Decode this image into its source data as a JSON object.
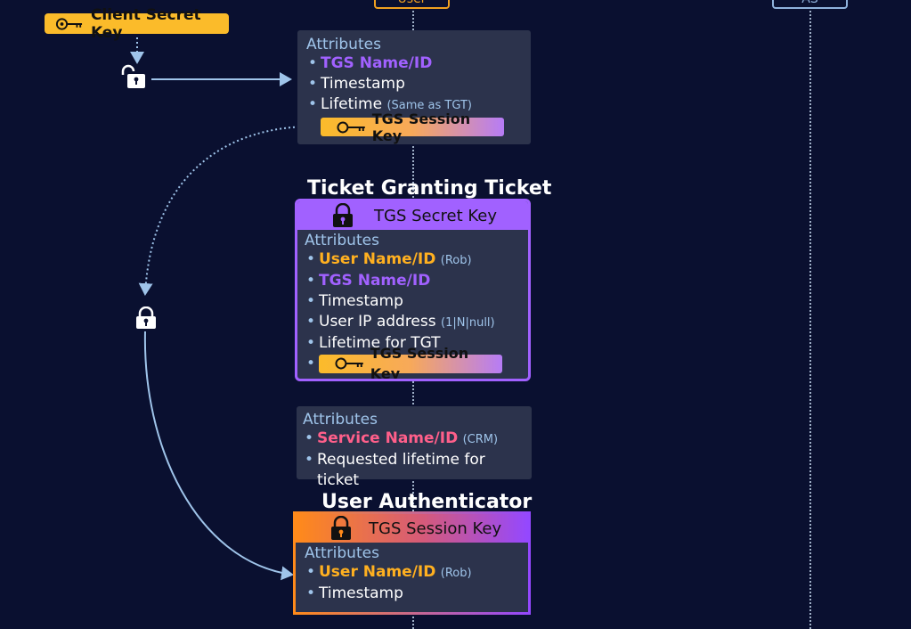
{
  "actors": {
    "user": {
      "label": "User",
      "color": "#f0a020"
    },
    "as": {
      "label": "AS",
      "color": "#8fb2dc"
    }
  },
  "client_secret_key": {
    "label": "Client Secret Key",
    "icon": "key-icon"
  },
  "panel1": {
    "header": "Attributes",
    "items": {
      "tgs_name": "TGS Name/ID",
      "timestamp": "Timestamp",
      "lifetime": "Lifetime",
      "lifetime_note": "(Same as TGT)"
    },
    "key_badge": "TGS Session Key"
  },
  "tgt": {
    "title": "Ticket Granting Ticket",
    "header": "TGS Secret Key",
    "attributes": "Attributes",
    "items": {
      "user_name": "User Name/ID",
      "user_name_note": "(Rob)",
      "tgs_name": "TGS Name/ID",
      "timestamp": "Timestamp",
      "ip": "User IP address",
      "ip_note": "(1|N|null)",
      "lifetime": "Lifetime for TGT"
    },
    "key_badge": "TGS Session Key"
  },
  "panel3": {
    "header": "Attributes",
    "items": {
      "service_name": "Service Name/ID",
      "service_note": "(CRM)",
      "requested": "Requested lifetime for ticket"
    }
  },
  "authenticator": {
    "title": "User Authenticator",
    "header": "TGS Session Key",
    "attributes": "Attributes",
    "items": {
      "user_name": "User Name/ID",
      "user_name_note": "(Rob)",
      "timestamp": "Timestamp"
    }
  },
  "colors": {
    "background": "#0a1030",
    "key_yellow": "#fbbb2a",
    "tgs_purple": "#a161ff",
    "user_orange": "#ffb020",
    "service_pink": "#ff5f8a",
    "arrow": "#9fc4ea"
  }
}
